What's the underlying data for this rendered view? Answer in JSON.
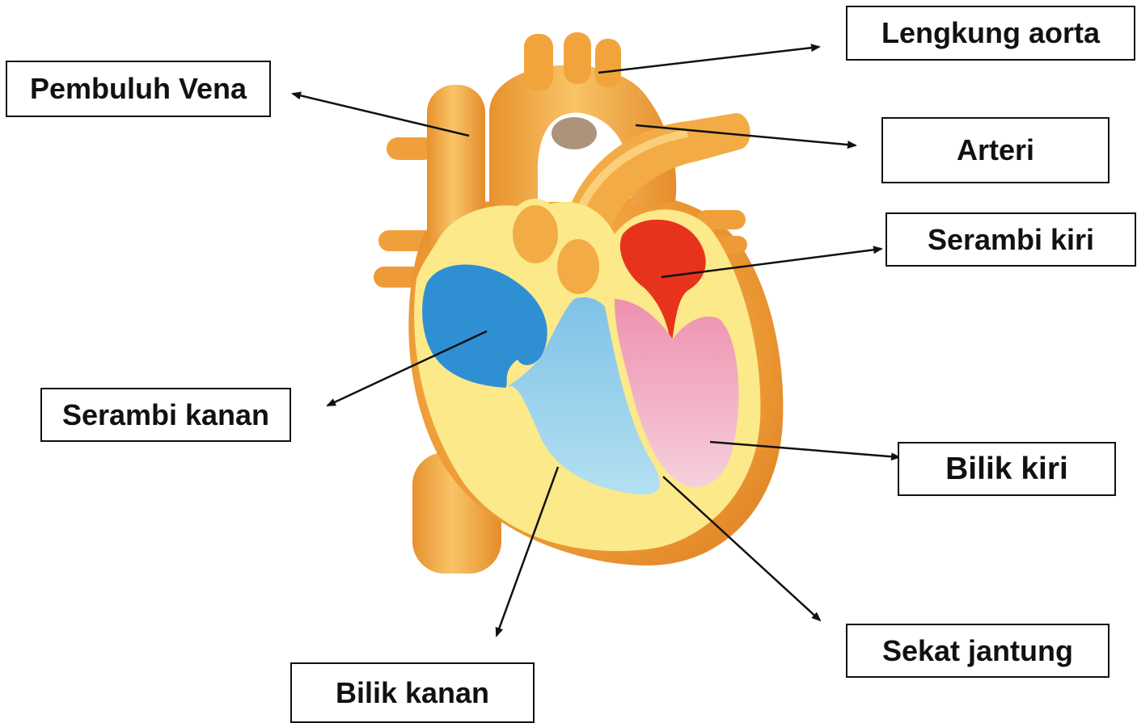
{
  "labels": {
    "pembuluh_vena": "Pembuluh Vena",
    "lengkung_aorta": "Lengkung aorta",
    "arteri": "Arteri",
    "serambi_kiri": "Serambi kiri",
    "serambi_kanan": "Serambi kanan",
    "bilik_kiri": "Bilik kiri",
    "sekat_jantung": "Sekat jantung",
    "bilik_kanan": "Bilik kanan"
  },
  "colors": {
    "heart_outer": "#f0a03a",
    "heart_light": "#f7c35a",
    "inner_lining": "#fbe98a",
    "right_atrium": "#2f8fd3",
    "right_ventricle": "#8ecdea",
    "left_atrium": "#e8331c",
    "left_ventricle": "#f2a8c0",
    "arrows": "#111111"
  }
}
